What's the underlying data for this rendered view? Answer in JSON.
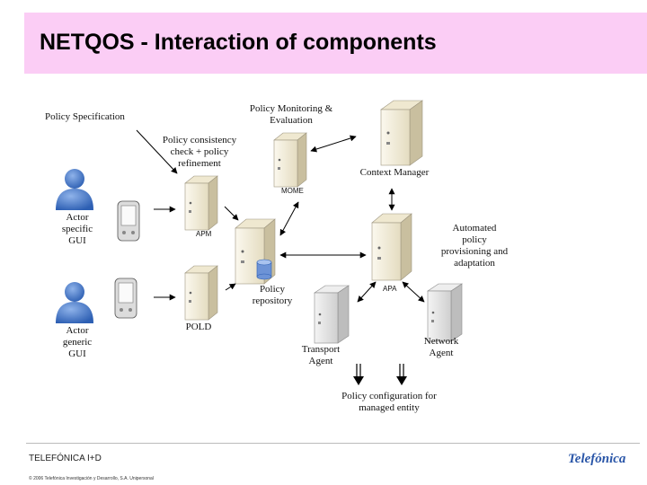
{
  "slide": {
    "title": "NETQOS - Interaction of components",
    "footer_label": "TELEFÓNICA I+D",
    "copyright": "© 2006 Telefónica Investigación y Desarrollo, S.A. Unipersonal",
    "logo_text": "Telefónica"
  },
  "diagram": {
    "policy_specification": "Policy Specification",
    "policy_monitoring": "Policy Monitoring &\nEvaluation",
    "consistency_check": "Policy consistency\ncheck + policy\nrefinement",
    "context_manager": "Context Manager",
    "mome": "MOME",
    "actor_specific_gui": "Actor\nspecific\nGUI",
    "apm": "APM",
    "automated_policy": "Automated\npolicy\nprovisioning and\nadaptation",
    "policy_repository": "Policy\nrepository",
    "apa": "APA",
    "actor_generic_gui": "Actor\ngeneric\nGUI",
    "pold": "POLD",
    "transport_agent": "Transport\nAgent",
    "network_agent": "Network\nAgent",
    "policy_configuration": "Policy configuration   for\nmanaged entity"
  },
  "colors": {
    "title_bar": "#fbcdf5",
    "server_light": "#f1ebd7",
    "server_dark": "#c9bf9f",
    "actor_blue": "#3f73c4",
    "logo_blue": "#2a56a8"
  },
  "icons": {
    "server": "server-tower-icon",
    "actor": "person-icon",
    "device": "pda-icon",
    "database": "database-icon"
  }
}
